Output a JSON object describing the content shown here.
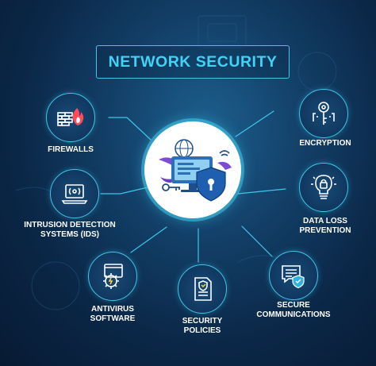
{
  "title": "NETWORK SECURITY",
  "nodes": [
    {
      "id": "firewalls",
      "lines": [
        "FIREWALLS"
      ],
      "icon": "firewall-icon"
    },
    {
      "id": "ids",
      "lines": [
        "INTRUSION DETECTION",
        "SYSTEMS (IDS)"
      ],
      "icon": "laptop-alert-icon"
    },
    {
      "id": "antivirus",
      "lines": [
        "ANTIVIRUS",
        "SOFTWARE"
      ],
      "icon": "gear-shield-icon"
    },
    {
      "id": "policies",
      "lines": [
        "SECURITY",
        "POLICIES"
      ],
      "icon": "document-shield-icon"
    },
    {
      "id": "comms",
      "lines": [
        "SECURE",
        "COMMUNICATIONS"
      ],
      "icon": "chat-check-icon"
    },
    {
      "id": "dlp",
      "lines": [
        "DATA LOSS",
        "PREVENTION"
      ],
      "icon": "lightbulb-lock-icon"
    },
    {
      "id": "encryption",
      "lines": [
        "ENCRYPTION"
      ],
      "icon": "key-icon"
    }
  ],
  "hub": {
    "icon": "computer-shield-icon"
  },
  "colors": {
    "accent": "#3fc6ea",
    "background": "#0b2747",
    "text": "#ffffff",
    "hub": "#ffffff"
  }
}
